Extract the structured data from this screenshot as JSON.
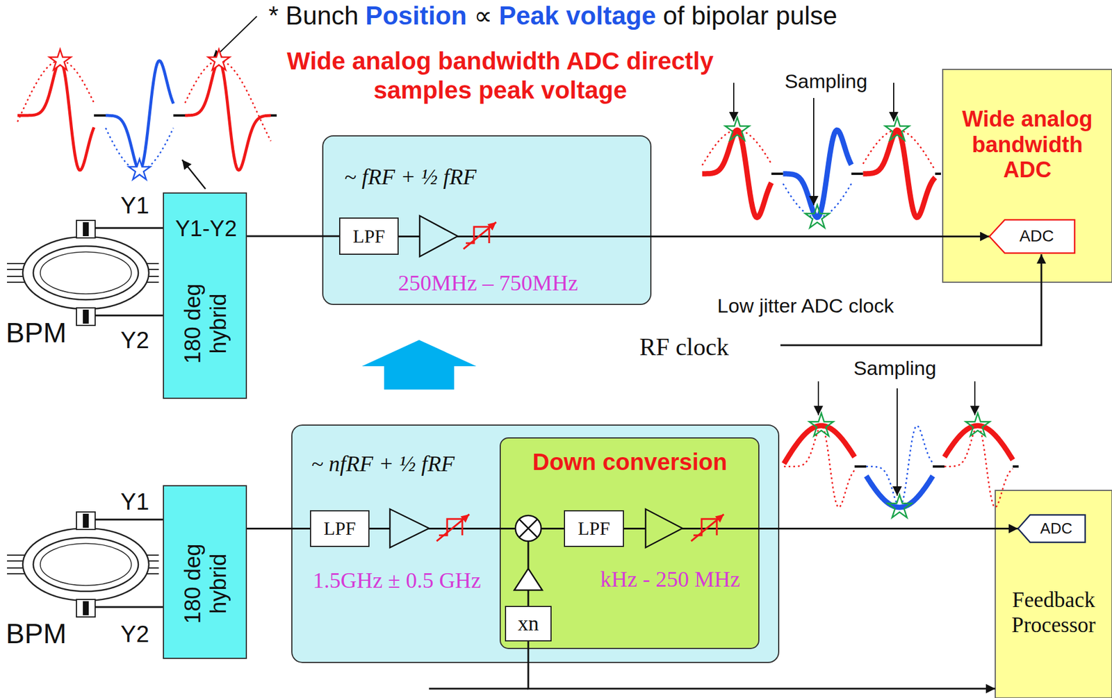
{
  "diagram": {
    "nodes": [
      {
        "text": [
          "Y1-Y2",
          "180 deg hybrid"
        ]
      },
      {
        "text": [
          "~ fRF + ½ fRF",
          "250MHz – 750MHz"
        ]
      },
      {
        "text": [
          "LPF"
        ],
        "in": 1
      },
      {
        "text": [
          "Wide analog bandwidth ADC"
        ]
      },
      {
        "text": [
          "ADC"
        ],
        "in": 3
      },
      {
        "text": [
          "180 deg hybrid"
        ]
      },
      {
        "text": [
          "~ nfRF + ½ fRF",
          "1.5GHz ± 0.5 GHz"
        ]
      },
      {
        "text": [
          "LPF"
        ],
        "in": 6
      },
      {
        "text": [
          "Down conversion",
          "kHz - 250 MHz"
        ],
        "in": 6
      },
      {
        "text": [
          "LPF"
        ],
        "in": 8
      },
      {
        "text": [
          "xn"
        ],
        "in": 8
      },
      {
        "text": [
          "Feedback Processor"
        ]
      },
      {
        "text": [
          "ADC"
        ],
        "in": 11
      }
    ],
    "edges": [
      {
        "from": 0,
        "to": 2,
        "arrow": "none"
      },
      {
        "from": 2,
        "to": 4,
        "arrow": "to"
      },
      {
        "from": 5,
        "to": 7,
        "arrow": "none"
      },
      {
        "from": 7,
        "to": 9,
        "arrow": "none"
      },
      {
        "from": 9,
        "to": 12,
        "arrow": "to"
      },
      {
        "from": 10,
        "to": 11,
        "arrow": "to"
      }
    ],
    "labels": [
      "* Bunch",
      "Position",
      "∝",
      "Peak voltage",
      "of bipolar pulse",
      "Wide analog bandwidth ADC directly samples peak voltage",
      "Sampling",
      "Low jitter ADC clock",
      "RF clock",
      "Y1",
      "Y2",
      "BPM",
      "Sampling",
      "Y1",
      "Y2",
      "BPM"
    ]
  }
}
